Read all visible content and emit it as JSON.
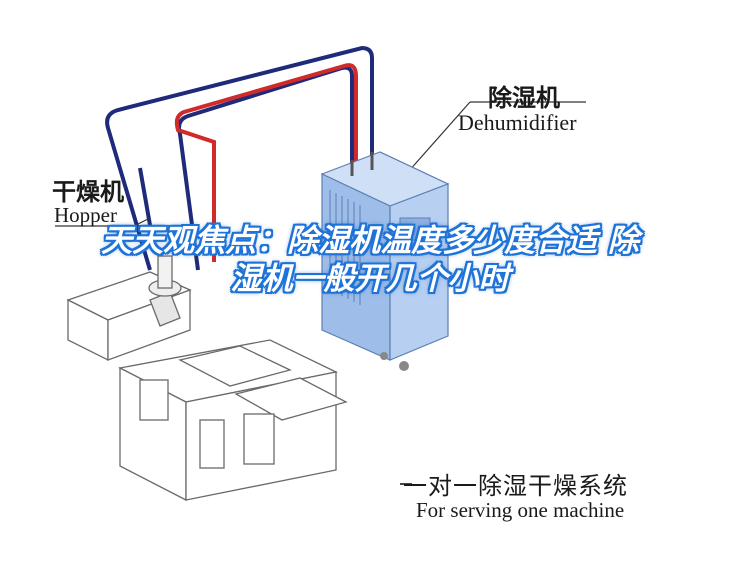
{
  "labels": {
    "dehumidifier_cn": "除湿机",
    "dehumidifier_en": "Dehumidifier",
    "hopper_cn": "干燥机",
    "hopper_en": "Hopper",
    "system_cn": "一对一除湿干燥系统",
    "system_en": "For serving one machine"
  },
  "title_overlay": "天天观焦点：除湿机温度多少度合适 除湿机一般开几个小时",
  "colors": {
    "overlay_text": "#ffffff",
    "overlay_outline": "#1e73d8",
    "pipe_blue": "#1f2a7a",
    "pipe_red": "#d02a2a",
    "dehumidifier_body": "#a9c6ec",
    "machine_line": "#6a6a6a"
  }
}
